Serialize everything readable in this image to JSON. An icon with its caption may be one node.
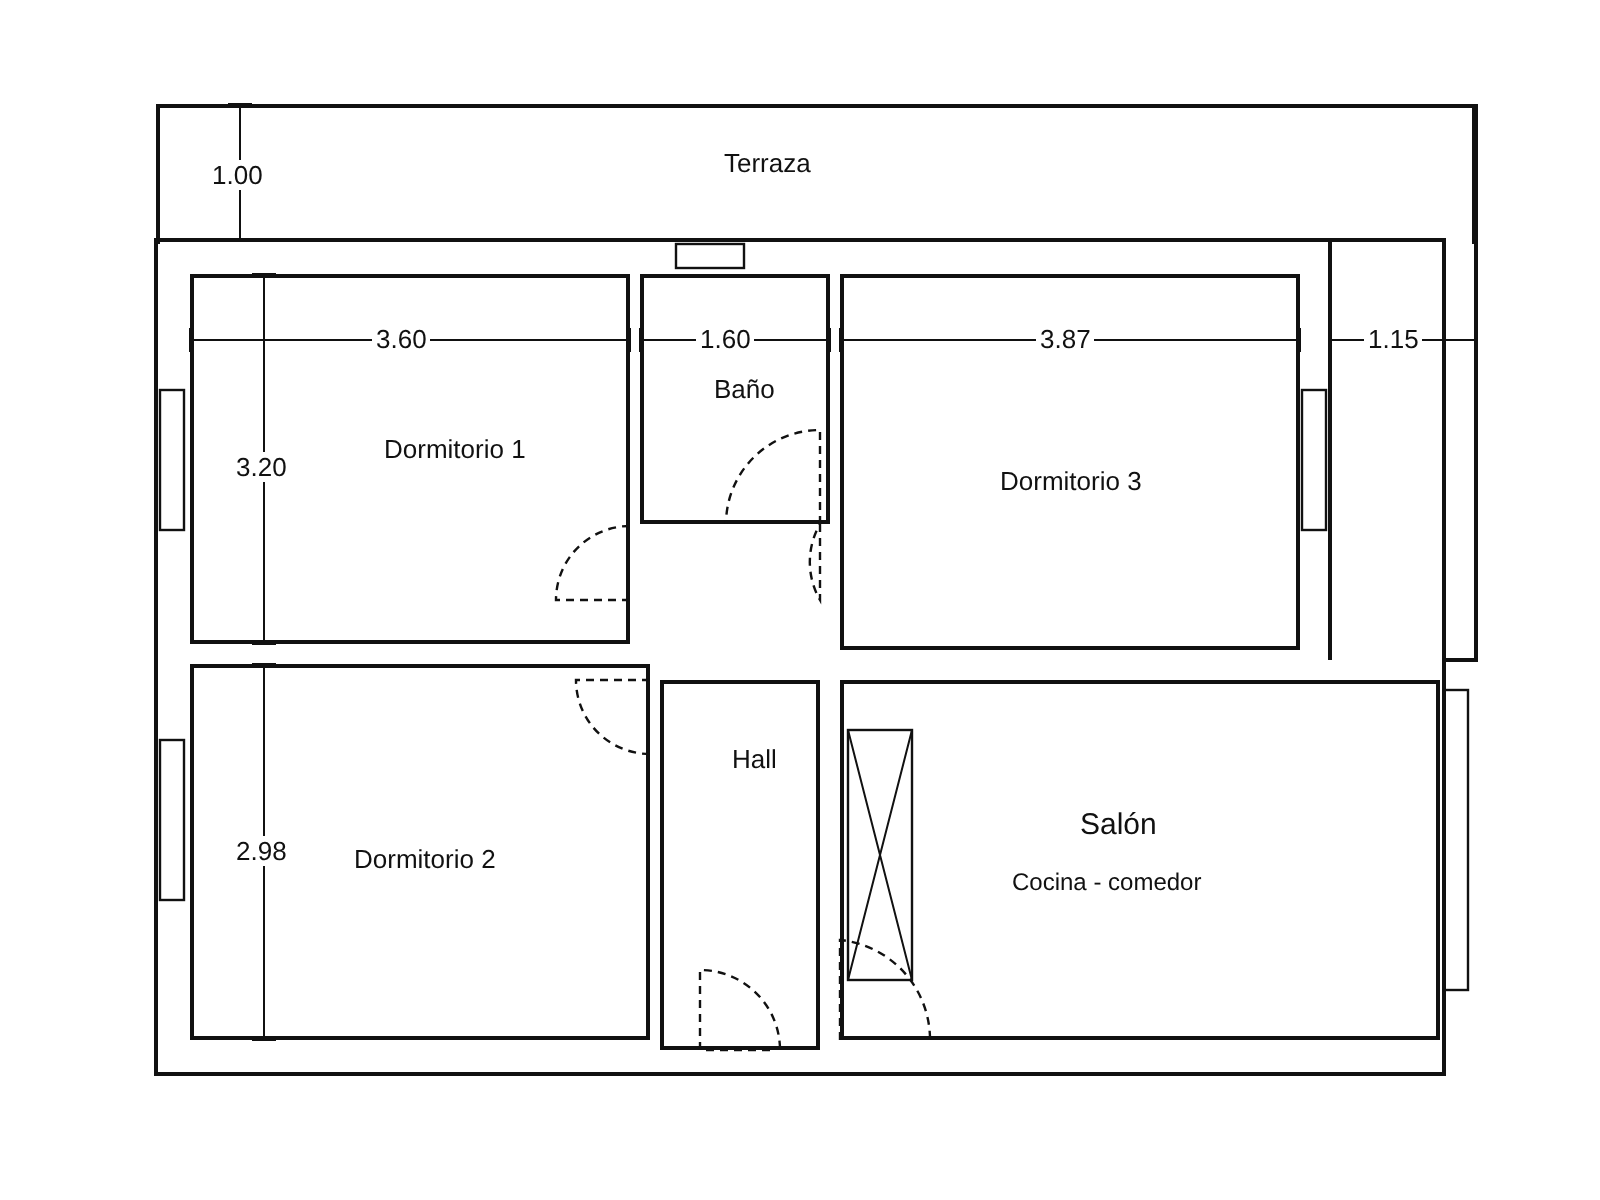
{
  "diagram": {
    "nodes": [
      {
        "text": [
          "Terraza"
        ]
      },
      {
        "text": [
          "Dormitorio 1"
        ]
      },
      {
        "text": [
          "Baño"
        ]
      },
      {
        "text": [
          "Dormitorio 3"
        ]
      },
      {
        "text": [
          "Dormitorio 2"
        ]
      },
      {
        "text": [
          "Hall"
        ]
      },
      {
        "text": [
          "Salón",
          "Cocina - comedor"
        ]
      }
    ],
    "edges": [],
    "labels": [
      "1.00",
      "3.60",
      "1.60",
      "3.87",
      "1.15",
      "3.20",
      "2.98"
    ]
  }
}
